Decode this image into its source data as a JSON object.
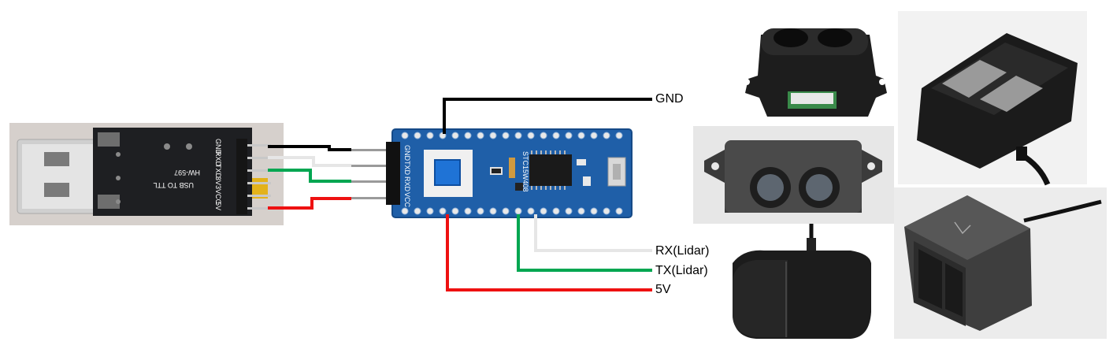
{
  "usb_adapter": {
    "pins": [
      "GND",
      "RXD",
      "TXD",
      "3V3",
      "VCC",
      "5V"
    ],
    "silkscreen": [
      "USB TO TTL",
      "HW-597"
    ]
  },
  "mcu_board": {
    "chip_text": "STC15W408",
    "header_labels": [
      "GND",
      "TXD",
      "RXD",
      "VCC"
    ]
  },
  "labels": {
    "gnd": "GND",
    "rx_lidar": "RX(Lidar)",
    "tx_lidar": "TX(Lidar)",
    "v5": "5V"
  },
  "wire_colors": {
    "gnd": "#000000",
    "rx": "#e6e6e6",
    "tx": "#00a651",
    "power": "#ee1111"
  },
  "product_photos": [
    "lidar-mini-black-top-view",
    "lidar-square-black-module",
    "lidar-grey-front-view",
    "lidar-round-black-with-cable",
    "lidar-grey-cube-with-cable"
  ]
}
